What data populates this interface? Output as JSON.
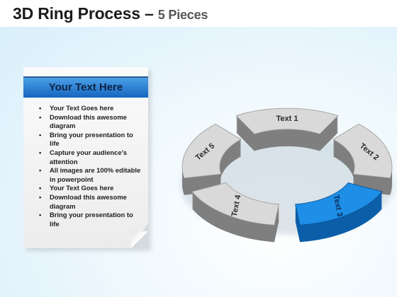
{
  "title": {
    "main": "3D Ring Process –",
    "sub": "5 Pieces"
  },
  "note": {
    "header": "Your Text Here",
    "bullets": [
      "Your Text Goes here",
      "Download this awesome diagram",
      "Bring your presentation to life",
      "Capture your audience’s attention",
      "All images are 100% editable in powerpoint",
      "Your Text Goes here",
      "Download this awesome diagram",
      "Bring your presentation to life"
    ]
  },
  "ring": {
    "segments": [
      {
        "label": "Text 1",
        "highlight": false
      },
      {
        "label": "Text 2",
        "highlight": false
      },
      {
        "label": "Text 3",
        "highlight": true
      },
      {
        "label": "Text 4",
        "highlight": false
      },
      {
        "label": "Text 5",
        "highlight": false
      }
    ]
  },
  "colors": {
    "segment_top": "#d9d9d9",
    "segment_side": "#7f7f7f",
    "highlight_top": "#1e8ee6",
    "highlight_side": "#0c5ea8",
    "header_blue": "#1565c0"
  }
}
